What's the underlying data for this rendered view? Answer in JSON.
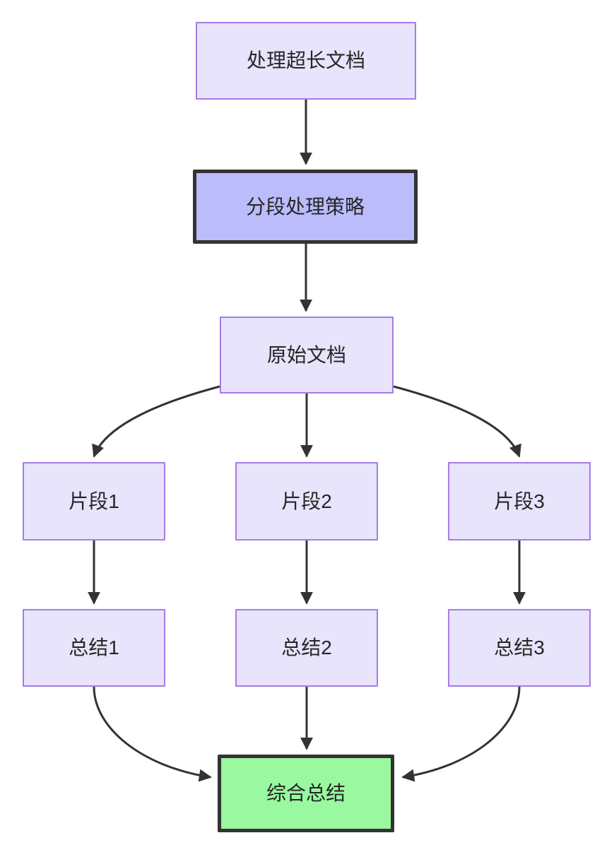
{
  "diagram": {
    "type": "flowchart",
    "direction": "top-down",
    "background": "#ffffff",
    "colors": {
      "node_fill": "#e7e4fb",
      "node_border": "#a57ce6",
      "highlight_fill": "#bbbcfb",
      "highlight_border": "#333333",
      "result_fill": "#99f8a0",
      "result_border": "#333333",
      "edge": "#333333",
      "text": "#262626"
    },
    "nodes": [
      {
        "id": "doc",
        "label": "处理超长文档",
        "style": "normal"
      },
      {
        "id": "strategy",
        "label": "分段处理策略",
        "style": "highlight"
      },
      {
        "id": "source",
        "label": "原始文档",
        "style": "normal"
      },
      {
        "id": "frag1",
        "label": "片段1",
        "style": "normal"
      },
      {
        "id": "frag2",
        "label": "片段2",
        "style": "normal"
      },
      {
        "id": "frag3",
        "label": "片段3",
        "style": "normal"
      },
      {
        "id": "sum1",
        "label": "总结1",
        "style": "normal"
      },
      {
        "id": "sum2",
        "label": "总结2",
        "style": "normal"
      },
      {
        "id": "sum3",
        "label": "总结3",
        "style": "normal"
      },
      {
        "id": "final",
        "label": "综合总结",
        "style": "result"
      }
    ],
    "edges": [
      {
        "from": "doc",
        "to": "strategy",
        "shape": "straight"
      },
      {
        "from": "strategy",
        "to": "source",
        "shape": "straight"
      },
      {
        "from": "source",
        "to": "frag1",
        "shape": "curve"
      },
      {
        "from": "source",
        "to": "frag2",
        "shape": "straight"
      },
      {
        "from": "source",
        "to": "frag3",
        "shape": "curve"
      },
      {
        "from": "frag1",
        "to": "sum1",
        "shape": "straight"
      },
      {
        "from": "frag2",
        "to": "sum2",
        "shape": "straight"
      },
      {
        "from": "frag3",
        "to": "sum3",
        "shape": "straight"
      },
      {
        "from": "sum1",
        "to": "final",
        "shape": "curve"
      },
      {
        "from": "sum2",
        "to": "final",
        "shape": "straight"
      },
      {
        "from": "sum3",
        "to": "final",
        "shape": "curve"
      }
    ]
  }
}
